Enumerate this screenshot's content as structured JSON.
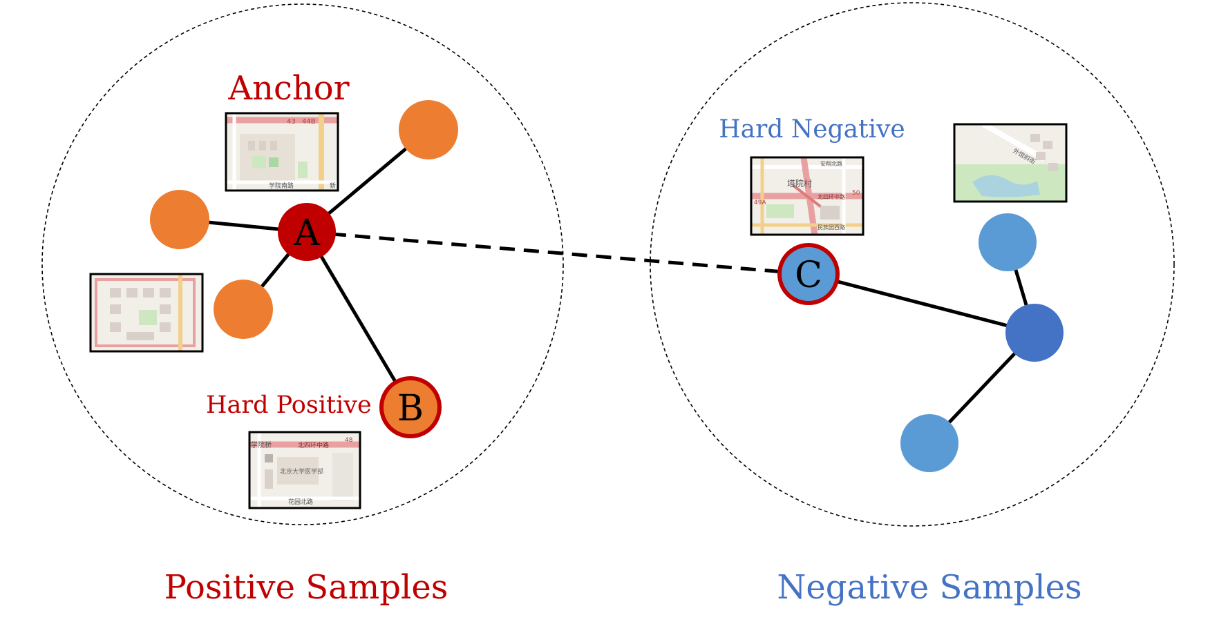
{
  "colors": {
    "positive": "#c00000",
    "negative": "#4472c4",
    "orange": "#ed7d31",
    "light_blue": "#5b9bd5",
    "dark_blue": "#4472c4",
    "edge": "#000000",
    "highlight_border": "#c00000"
  },
  "labels": {
    "anchor": "Anchor",
    "hard_positive": "Hard Positive",
    "hard_negative": "Hard Negative",
    "positive_samples": "Positive Samples",
    "negative_samples": "Negative Samples"
  },
  "nodes": {
    "a": {
      "letter": "A"
    },
    "b": {
      "letter": "B"
    },
    "c": {
      "letter": "C"
    }
  },
  "map_text": {
    "anchor_map": {
      "road_1": "43",
      "road_2": "44B",
      "road_3": "学院南路",
      "road_4": "新"
    },
    "hard_negative_map": {
      "place": "塔院村",
      "road_1": "安翔北路",
      "road_2": "北四环中路",
      "road_3": "民族园西路",
      "road_4": "49A",
      "road_5": "50"
    },
    "hard_positive_map": {
      "road_1": "学院桥",
      "road_2": "北四环中路",
      "road_3": "北京大学医学部",
      "road_4": "花园北路",
      "road_5": "48"
    },
    "other_negative_map": {
      "road_1": "外馆斜街"
    }
  }
}
